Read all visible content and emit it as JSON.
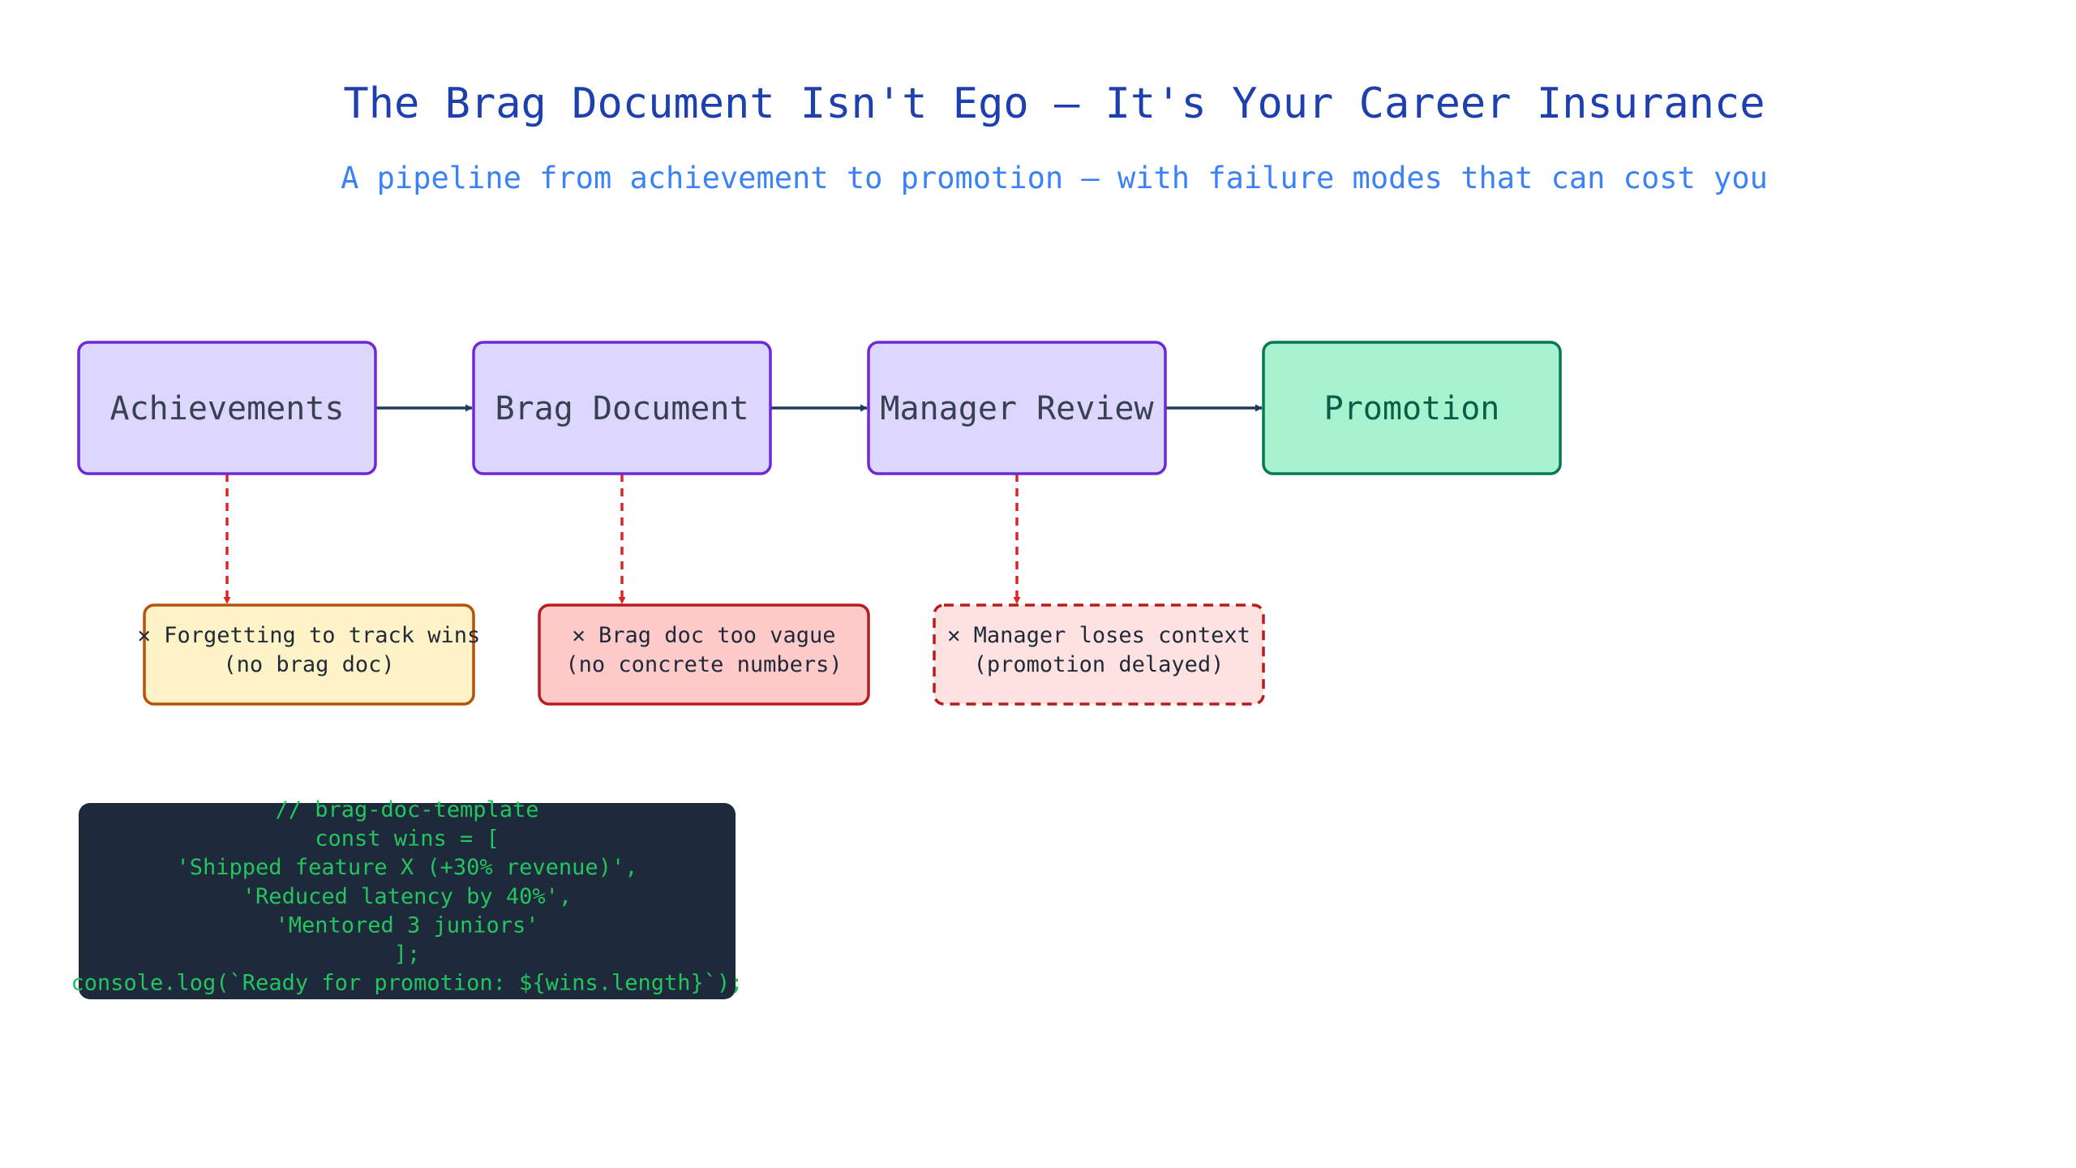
{
  "title": "The Brag Document Isn't Ego — It's Your Career Insurance",
  "subtitle": "A pipeline from achievement to promotion — with failure modes that can cost you",
  "colors": {
    "title": "#1e40af",
    "subtitle": "#3b82f6",
    "stage_fill": "#ddd6fe",
    "stage_stroke": "#6d28d9",
    "stage_text": "#374151",
    "goal_fill": "#a7f3d0",
    "goal_stroke": "#047857",
    "goal_text": "#065f46",
    "flow_arrow": "#1e3a5f",
    "failure_arrow": "#dc2626",
    "warn_fill": "#fef3c7",
    "warn_stroke": "#b45309",
    "error_fill": "#fecaca",
    "error_stroke": "#b91c1c",
    "risk_fill": "#fee2e2",
    "risk_stroke": "#b91c1c",
    "code_bg": "#1e293b",
    "code_text": "#22c55e"
  },
  "pipeline": [
    {
      "id": "achievements",
      "label": "Achievements",
      "kind": "stage"
    },
    {
      "id": "brag-document",
      "label": "Brag Document",
      "kind": "stage"
    },
    {
      "id": "manager-review",
      "label": "Manager Review",
      "kind": "stage"
    },
    {
      "id": "promotion",
      "label": "Promotion",
      "kind": "goal"
    }
  ],
  "failures": [
    {
      "id": "forgetting",
      "from": "achievements",
      "style": "warn",
      "lines": [
        "✕ Forgetting to track wins",
        "(no brag doc)"
      ]
    },
    {
      "id": "too-vague",
      "from": "brag-document",
      "style": "error",
      "lines": [
        "✕ Brag doc too vague",
        "(no concrete numbers)"
      ]
    },
    {
      "id": "loses-context",
      "from": "manager-review",
      "style": "risk",
      "lines": [
        "✕ Manager loses context",
        "(promotion delayed)"
      ]
    }
  ],
  "code": {
    "lines": [
      "// brag-doc-template",
      "const wins = [",
      "'Shipped feature X (+30% revenue)',",
      "'Reduced latency by 40%',",
      "'Mentored 3 juniors'",
      "];",
      "console.log(`Ready for promotion: ${wins.length}`);"
    ]
  }
}
